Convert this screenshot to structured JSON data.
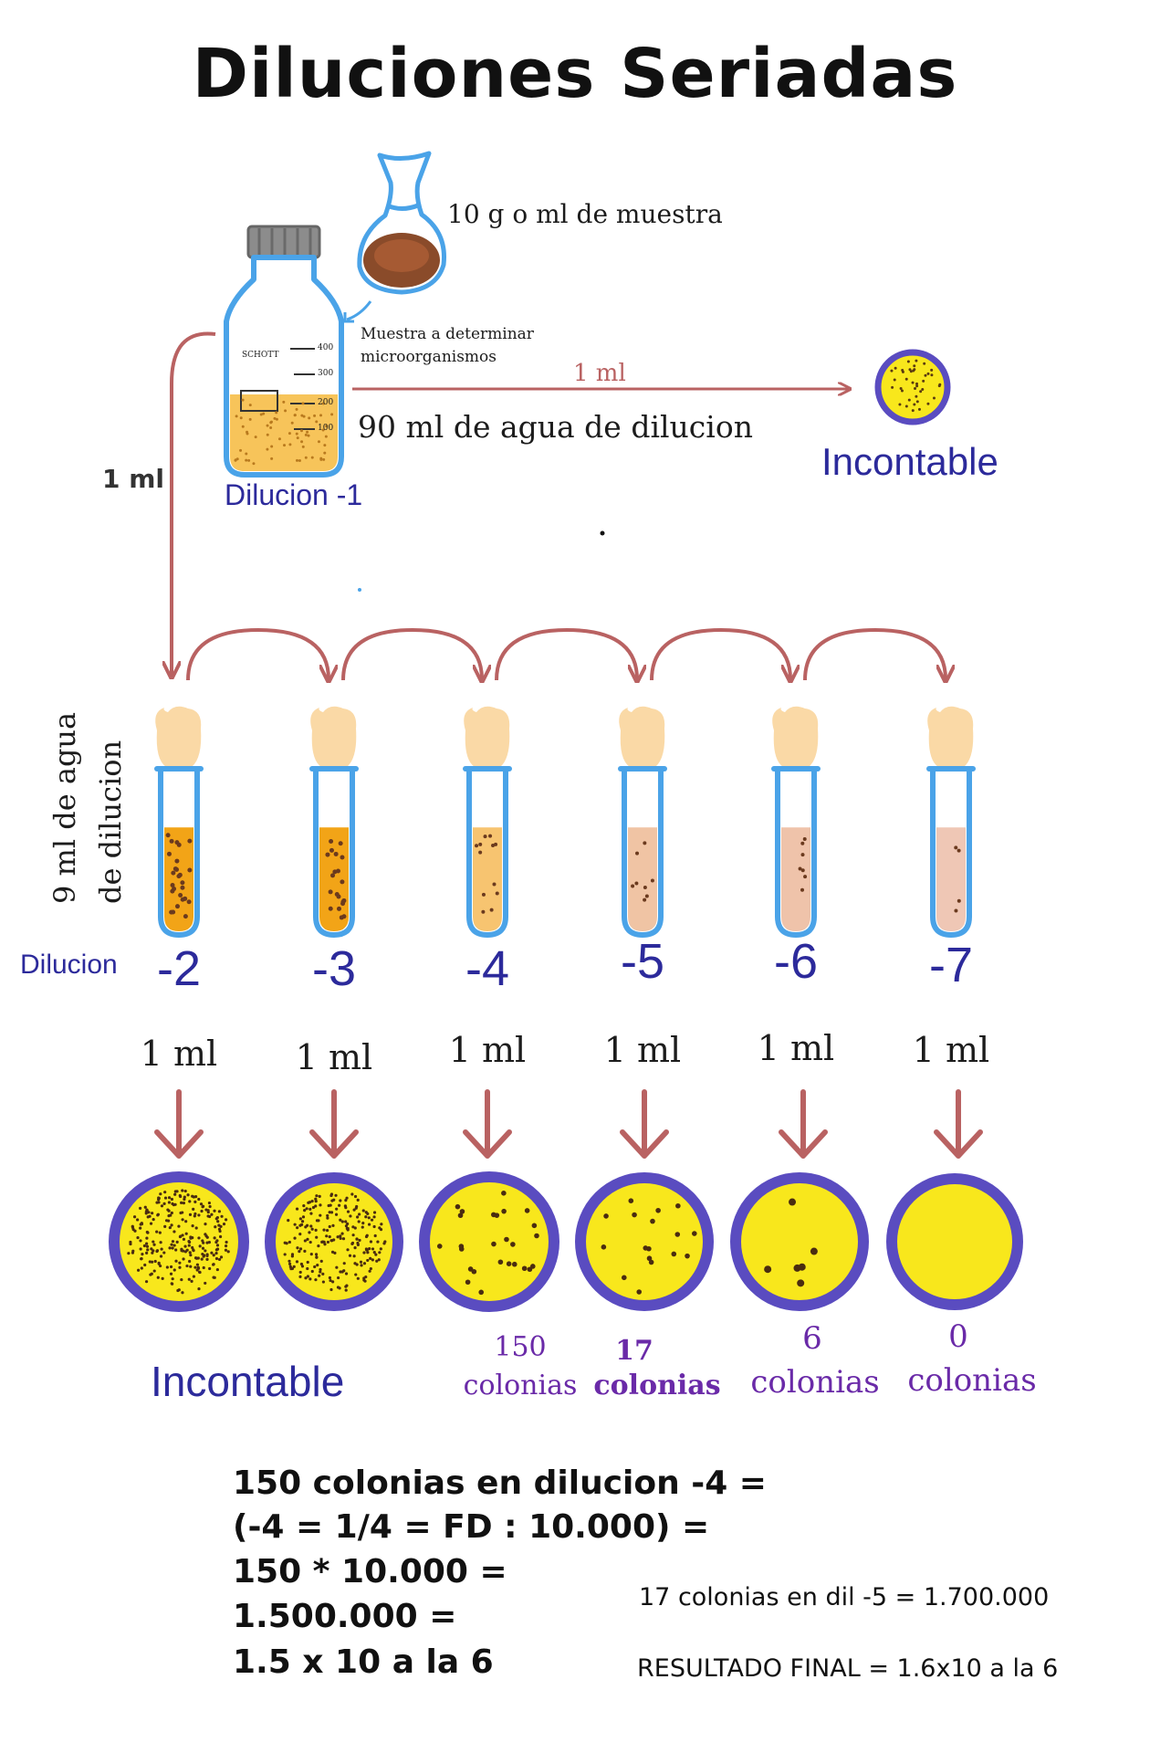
{
  "title": "Diluciones Seriadas",
  "sample": {
    "label": "10 g o ml de muestra",
    "note_line1": "Muestra a determinar",
    "note_line2": "microorganismos",
    "water": "90 ml de agua de dilucion",
    "bottle_name": "Dilucion -1",
    "bottle_brand": "SCHOTT",
    "bottle_scale": [
      "400",
      "300",
      "200",
      "100"
    ],
    "transfer_down": "1 ml",
    "transfer_right": "1 ml",
    "right_plate_result": "Incontable"
  },
  "tubes": {
    "water_line1": "9 ml de agua",
    "water_line2": "de dilucion",
    "row_label": "Dilucion",
    "items": [
      {
        "dilution": "-2",
        "fill": 0.65,
        "color": "#f2a417"
      },
      {
        "dilution": "-3",
        "fill": 0.65,
        "color": "#f2a417"
      },
      {
        "dilution": "-4",
        "fill": 0.65,
        "color": "#f7c470"
      },
      {
        "dilution": "-5",
        "fill": 0.65,
        "color": "#f0c4a4"
      },
      {
        "dilution": "-6",
        "fill": 0.65,
        "color": "#efc3aa"
      },
      {
        "dilution": "-7",
        "fill": 0.65,
        "color": "#efc7b5"
      }
    ]
  },
  "plating": {
    "volume_labels": [
      "1 ml",
      "1 ml",
      "1 ml",
      "1 ml",
      "1 ml",
      "1 ml"
    ],
    "incontable": "Incontable",
    "counts": [
      {
        "value": "150",
        "unit": "colonias"
      },
      {
        "value": "17",
        "unit": "colonias"
      },
      {
        "value": "6",
        "unit": "colonias"
      },
      {
        "value": "0",
        "unit": "colonias"
      }
    ]
  },
  "calc": {
    "lines": [
      "150 colonias en dilucion -4 =",
      "(-4 = 1/4 = FD : 10.000) =",
      "150 * 10.000 =",
      "1.500.000 =",
      "1.5 x 10 a la 6"
    ],
    "side1": "17 colonias en dil -5 = 1.700.000",
    "side2": "RESULTADO FINAL = 1.6x10 a la 6"
  },
  "colors": {
    "arrow": "#b96262",
    "plate_rim": "#5a4cc0",
    "agar": "#f8e71c",
    "glass": "#4aa3e8",
    "navy": "#2c2a9b",
    "purple": "#6a2aa8"
  }
}
